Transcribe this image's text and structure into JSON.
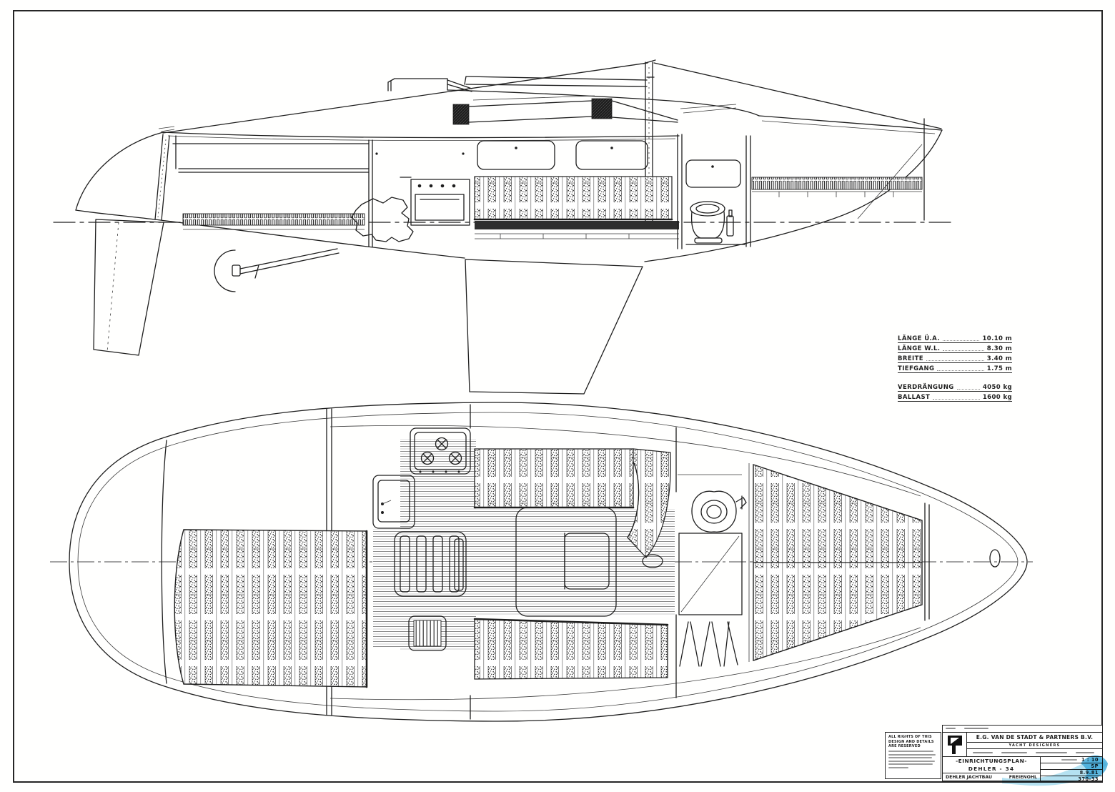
{
  "sheet": {
    "background": "#ffffff",
    "ink": "#1f1f1f"
  },
  "specifications": {
    "rows": [
      {
        "label": "LÄNGE Ü.A.",
        "value": "10.10 m"
      },
      {
        "label": "LÄNGE W.L.",
        "value": "8.30 m"
      },
      {
        "label": "BREITE",
        "value": "3.40 m"
      },
      {
        "label": "TIEFGANG",
        "value": "1.75 m"
      },
      {
        "label": "VERDRÄNGUNG",
        "value": "4050 kg"
      },
      {
        "label": "BALLAST",
        "value": "1600 kg"
      }
    ]
  },
  "title_block": {
    "company": "E.G. VAN DE STADT & PARTNERS B.V.",
    "profession": "YACHT DESIGNERS",
    "drawing_title": "-EINRICHTUNGSPLAN-",
    "model": "DEHLER - 34",
    "builder": "DEHLER JACHTBAU",
    "builder_town": "FREIENOHL",
    "scale": "1 : 10",
    "drawn_by": "SP",
    "date": "8.9.81",
    "drawing_number": "370-33"
  },
  "copyright_notice": {
    "heading": "ALL RIGHTS OF THIS DESIGN AND DETAILS ARE RESERVED"
  },
  "icons": {
    "logo": "van-de-stadt-sail-pennant-logo"
  },
  "watermark": {
    "color": "#a7dcef",
    "accent": "#3aa7d8"
  }
}
